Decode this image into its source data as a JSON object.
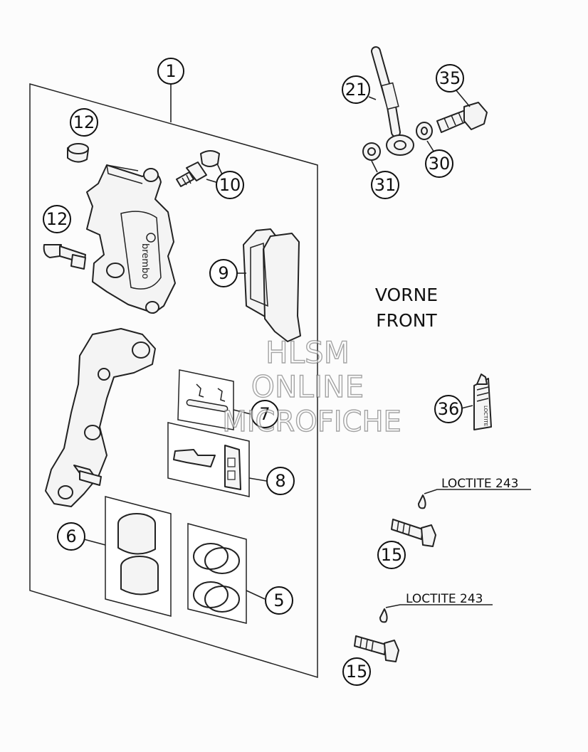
{
  "labels": {
    "vorne": "VORNE",
    "front": "FRONT",
    "loctite_1": "LOCTITE 243",
    "loctite_2": "LOCTITE 243"
  },
  "callouts": {
    "c1": "1",
    "c5": "5",
    "c6": "6",
    "c7": "7",
    "c8": "8",
    "c9": "9",
    "c10": "10",
    "c12a": "12",
    "c12b": "12",
    "c15a": "15",
    "c15b": "15",
    "c21": "21",
    "c30": "30",
    "c31": "31",
    "c35": "35",
    "c36": "36"
  },
  "part_markings": {
    "caliper_brand": "brembo",
    "tube_brand": "LOCTITE"
  },
  "watermark": {
    "line1": "HLSM",
    "line2": "ONLINE",
    "line3": "MICROFICHE"
  }
}
